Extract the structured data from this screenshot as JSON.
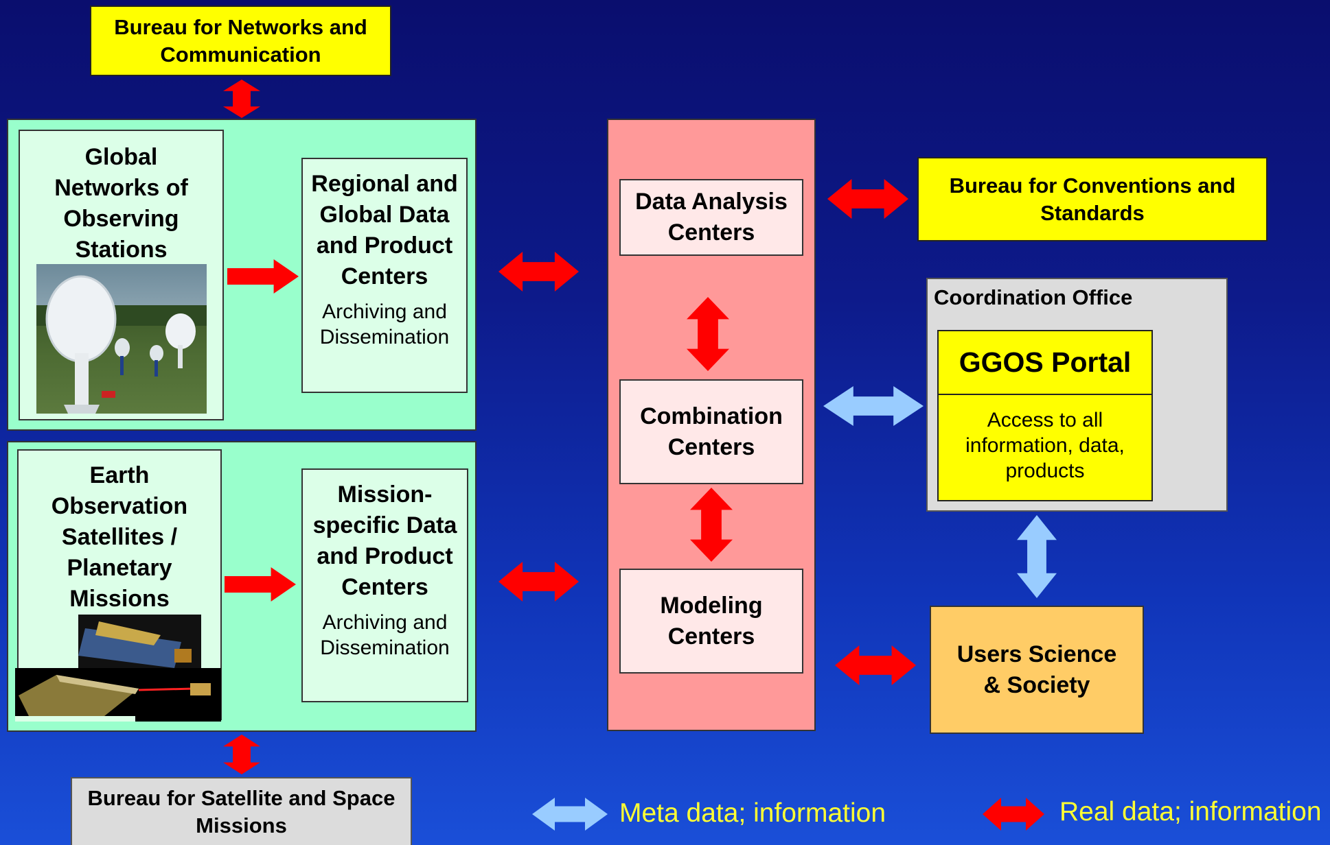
{
  "bureaus": {
    "networks": "Bureau for Networks and Communication",
    "conventions": "Bureau for Conventions and Standards",
    "satellite": "Bureau for Satellite and Space Missions"
  },
  "ground": {
    "stations_title": "Global Networks of Observing Stations",
    "centers_title": "Regional and Global Data and Product Centers",
    "centers_sub": "Archiving and Dissemination"
  },
  "space": {
    "missions_title": "Earth Observation Satellites / Planetary Missions",
    "centers_title": "Mission-specific Data and Product Centers",
    "centers_sub": "Archiving and Dissemination"
  },
  "analysis": {
    "data_analysis": "Data Analysis Centers",
    "combination": "Combination Centers",
    "modeling": "Modeling Centers"
  },
  "coordination": {
    "office_label": "Coordination Office",
    "portal_title": "GGOS Portal",
    "portal_desc": "Access to all information, data, products"
  },
  "users": "Users Science & Society",
  "legend": {
    "meta": "Meta data; information",
    "real": "Real data; information"
  },
  "colors": {
    "real_arrow": "#ff0000",
    "meta_arrow": "#99ccff",
    "legend_text": "#ffff33"
  }
}
